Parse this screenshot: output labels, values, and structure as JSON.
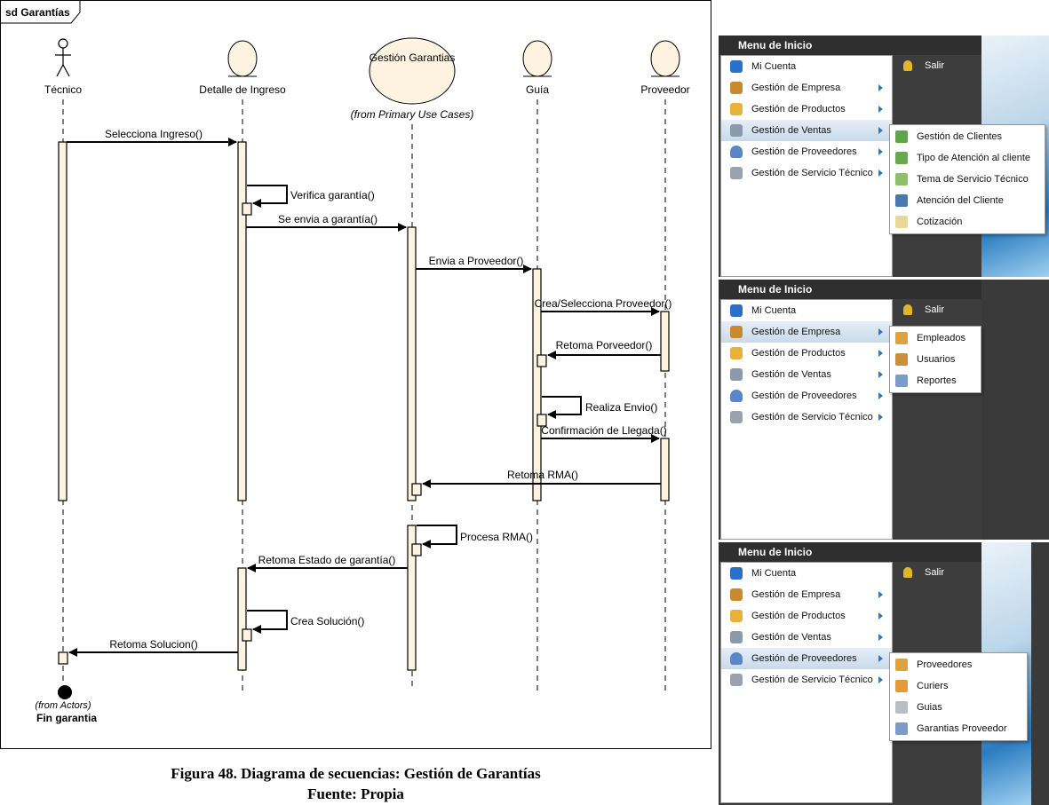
{
  "diagram": {
    "frame_label": "sd Garantías",
    "lifelines": [
      {
        "name": "Técnico",
        "kind": "actor"
      },
      {
        "name": "Detalle de Ingreso",
        "kind": "boundary"
      },
      {
        "name": "Gestión Garantias",
        "kind": "usecase",
        "note": "(from Primary Use Cases)"
      },
      {
        "name": "Guía",
        "kind": "boundary"
      },
      {
        "name": "Proveedor",
        "kind": "boundary"
      }
    ],
    "messages": [
      {
        "label": "Selecciona Ingreso()"
      },
      {
        "label": "Verifica garantía()"
      },
      {
        "label": "Se envia a garantía()"
      },
      {
        "label": "Envia a Proveedor()"
      },
      {
        "label": "Crea/Selecciona Proveedor()"
      },
      {
        "label": "Retoma Porveedor()"
      },
      {
        "label": "Realiza Envio()"
      },
      {
        "label": "Confirmación de Llegada()"
      },
      {
        "label": "Retoma RMA()"
      },
      {
        "label": "Procesa RMA()"
      },
      {
        "label": "Retoma Estado de garantía()"
      },
      {
        "label": "Crea Solución()"
      },
      {
        "label": "Retoma Solucion()"
      }
    ],
    "end_note": "(from Actors)",
    "end_label": "Fin garantia"
  },
  "caption": {
    "line1": "Figura 48. Diagrama de secuencias: Gestión de Garantías",
    "line2": "Fuente: Propia"
  },
  "colors": {
    "activation": "#fdf3e0",
    "menu_dark": "#3a3a3a",
    "accent_arrow": "#3b73c4"
  },
  "menus": [
    {
      "header": "Menu de Inicio",
      "salir": "Salir",
      "items": [
        "Mi Cuenta",
        "Gestión de Empresa",
        "Gestión de Productos",
        "Gestión de Ventas",
        "Gestión de Proveedores",
        "Gestión de Servicio Técnico"
      ],
      "active_index": 3,
      "submenu": [
        "Gestión de Clientes",
        "Tipo de Atención al cliente",
        "Tema de Servicio Técnico",
        "Atención del Cliente",
        "Cotización"
      ]
    },
    {
      "header": "Menu de Inicio",
      "salir": "Salir",
      "items": [
        "Mi Cuenta",
        "Gestión de Empresa",
        "Gestión de Productos",
        "Gestión de Ventas",
        "Gestión de Proveedores",
        "Gestión de Servicio Técnico"
      ],
      "active_index": 1,
      "submenu": [
        "Empleados",
        "Usuarios",
        "Reportes"
      ]
    },
    {
      "header": "Menu de Inicio",
      "salir": "Salir",
      "items": [
        "Mi Cuenta",
        "Gestión de Empresa",
        "Gestión de Productos",
        "Gestión de Ventas",
        "Gestión de Proveedores",
        "Gestión de Servicio Técnico"
      ],
      "active_index": 4,
      "submenu": [
        "Proveedores",
        "Curiers",
        "Guias",
        "Garantias Proveedor"
      ]
    }
  ]
}
